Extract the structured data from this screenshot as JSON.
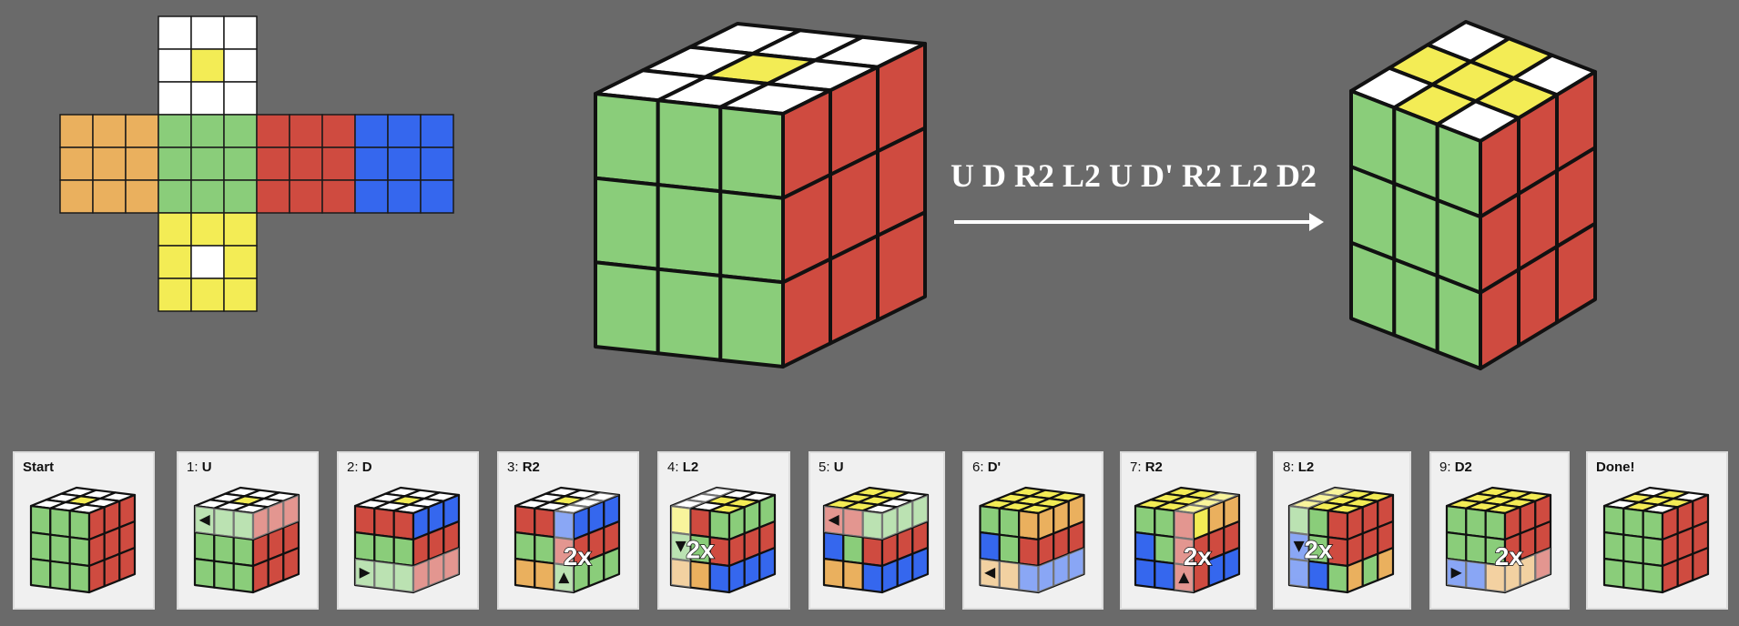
{
  "colors": {
    "background": "#6a6a6a",
    "white": "#ffffff",
    "yellow": "#f3ec55",
    "green": "#8acd7a",
    "red": "#cf4b40",
    "orange": "#eab05e",
    "blue": "#3567ee",
    "sticker_border": "#111111"
  },
  "net": {
    "up": [
      "W",
      "W",
      "W",
      "W",
      "Y",
      "W",
      "W",
      "W",
      "W"
    ],
    "left": [
      "O",
      "O",
      "O",
      "O",
      "O",
      "O",
      "O",
      "O",
      "O"
    ],
    "front": [
      "G",
      "G",
      "G",
      "G",
      "G",
      "G",
      "G",
      "G",
      "G"
    ],
    "right": [
      "R",
      "R",
      "R",
      "R",
      "R",
      "R",
      "R",
      "R",
      "R"
    ],
    "back": [
      "B",
      "B",
      "B",
      "B",
      "B",
      "B",
      "B",
      "B",
      "B"
    ],
    "down": [
      "Y",
      "Y",
      "Y",
      "Y",
      "W",
      "Y",
      "Y",
      "Y",
      "Y"
    ]
  },
  "start_cube": {
    "top": [
      "W",
      "W",
      "W",
      "W",
      "Y",
      "W",
      "W",
      "W",
      "W"
    ],
    "front": [
      "G",
      "G",
      "G",
      "G",
      "G",
      "G",
      "G",
      "G",
      "G"
    ],
    "right": [
      "R",
      "R",
      "R",
      "R",
      "R",
      "R",
      "R",
      "R",
      "R"
    ]
  },
  "sequence": {
    "text": "U D R2 L2 U D' R2 L2 D2",
    "arrow_icon": "right-arrow"
  },
  "end_cube": {
    "top": [
      "W",
      "Y",
      "W",
      "Y",
      "Y",
      "Y",
      "W",
      "Y",
      "W"
    ],
    "front": [
      "G",
      "G",
      "G",
      "G",
      "G",
      "G",
      "G",
      "G",
      "G"
    ],
    "right": [
      "R",
      "R",
      "R",
      "R",
      "R",
      "R",
      "R",
      "R",
      "R"
    ]
  },
  "steps": [
    {
      "num": "",
      "move": "Start",
      "top": [
        "W",
        "W",
        "W",
        "W",
        "Y",
        "W",
        "W",
        "W",
        "W"
      ],
      "front": [
        "G",
        "G",
        "G",
        "G",
        "G",
        "G",
        "G",
        "G",
        "G"
      ],
      "right": [
        "R",
        "R",
        "R",
        "R",
        "R",
        "R",
        "R",
        "R",
        "R"
      ]
    },
    {
      "num": "1:",
      "move": "U",
      "arrow": "left",
      "highlight": "top-row",
      "top": [
        "W",
        "W",
        "W",
        "W",
        "Y",
        "W",
        "W",
        "W",
        "W"
      ],
      "front": [
        "G",
        "G",
        "G",
        "G",
        "G",
        "G",
        "G",
        "G",
        "G"
      ],
      "right": [
        "R",
        "R",
        "R",
        "R",
        "R",
        "R",
        "R",
        "R",
        "R"
      ]
    },
    {
      "num": "2:",
      "move": "D",
      "arrow": "right",
      "highlight": "bottom-row",
      "top": [
        "W",
        "W",
        "W",
        "W",
        "Y",
        "W",
        "W",
        "W",
        "W"
      ],
      "front": [
        "R",
        "R",
        "R",
        "G",
        "G",
        "G",
        "G",
        "G",
        "G"
      ],
      "right": [
        "B",
        "B",
        "B",
        "R",
        "R",
        "R",
        "R",
        "R",
        "R"
      ]
    },
    {
      "num": "3:",
      "move": "R2",
      "arrow": "up",
      "highlight": "right-col",
      "double": "2x",
      "top": [
        "W",
        "W",
        "W",
        "W",
        "Y",
        "W",
        "W",
        "W",
        "W"
      ],
      "front": [
        "R",
        "R",
        "B",
        "G",
        "G",
        "R",
        "O",
        "O",
        "G"
      ],
      "right": [
        "B",
        "B",
        "B",
        "R",
        "R",
        "R",
        "G",
        "G",
        "G"
      ]
    },
    {
      "num": "4:",
      "move": "L2",
      "arrow": "down",
      "highlight": "left-col",
      "double": "2x",
      "top": [
        "W",
        "W",
        "W",
        "W",
        "Y",
        "Y",
        "W",
        "W",
        "Y"
      ],
      "front": [
        "Y",
        "R",
        "G",
        "G",
        "G",
        "R",
        "O",
        "O",
        "B"
      ],
      "right": [
        "G",
        "G",
        "G",
        "R",
        "R",
        "R",
        "B",
        "B",
        "B"
      ]
    },
    {
      "num": "5:",
      "move": "U",
      "arrow": "left",
      "highlight": "top-row",
      "top": [
        "Y",
        "Y",
        "W",
        "Y",
        "Y",
        "W",
        "Y",
        "Y",
        "W"
      ],
      "front": [
        "R",
        "R",
        "G",
        "B",
        "G",
        "R",
        "O",
        "O",
        "B"
      ],
      "right": [
        "G",
        "G",
        "G",
        "R",
        "R",
        "R",
        "B",
        "B",
        "B"
      ]
    },
    {
      "num": "6:",
      "move": "D'",
      "arrow": "left",
      "highlight": "bottom-row",
      "top": [
        "Y",
        "Y",
        "Y",
        "Y",
        "Y",
        "Y",
        "Y",
        "Y",
        "Y"
      ],
      "front": [
        "G",
        "G",
        "O",
        "B",
        "G",
        "R",
        "O",
        "O",
        "B"
      ],
      "right": [
        "O",
        "O",
        "O",
        "R",
        "R",
        "R",
        "B",
        "B",
        "B"
      ]
    },
    {
      "num": "7:",
      "move": "R2",
      "arrow": "up",
      "highlight": "right-col",
      "double": "2x",
      "top": [
        "Y",
        "Y",
        "Y",
        "Y",
        "Y",
        "Y",
        "Y",
        "Y",
        "Y"
      ],
      "front": [
        "G",
        "G",
        "R",
        "B",
        "G",
        "R",
        "B",
        "B",
        "R"
      ],
      "right": [
        "Y",
        "O",
        "O",
        "R",
        "R",
        "R",
        "R",
        "B",
        "B"
      ]
    },
    {
      "num": "8:",
      "move": "L2",
      "arrow": "down",
      "highlight": "left-col",
      "double": "2x",
      "top": [
        "Y",
        "Y",
        "Y",
        "Y",
        "Y",
        "Y",
        "Y",
        "Y",
        "Y"
      ],
      "front": [
        "G",
        "G",
        "R",
        "B",
        "G",
        "R",
        "B",
        "B",
        "G"
      ],
      "right": [
        "R",
        "R",
        "R",
        "R",
        "R",
        "R",
        "O",
        "G",
        "O"
      ]
    },
    {
      "num": "9:",
      "move": "D2",
      "arrow": "right",
      "highlight": "bottom-row",
      "double": "2x",
      "top": [
        "Y",
        "Y",
        "Y",
        "Y",
        "Y",
        "Y",
        "Y",
        "Y",
        "Y"
      ],
      "front": [
        "G",
        "G",
        "G",
        "G",
        "G",
        "G",
        "B",
        "B",
        "O"
      ],
      "right": [
        "R",
        "R",
        "R",
        "R",
        "R",
        "R",
        "O",
        "O",
        "R"
      ]
    },
    {
      "num": "",
      "move": "Done!",
      "top": [
        "W",
        "Y",
        "W",
        "Y",
        "Y",
        "Y",
        "W",
        "Y",
        "W"
      ],
      "front": [
        "G",
        "G",
        "G",
        "G",
        "G",
        "G",
        "G",
        "G",
        "G"
      ],
      "right": [
        "R",
        "R",
        "R",
        "R",
        "R",
        "R",
        "R",
        "R",
        "R"
      ]
    }
  ]
}
